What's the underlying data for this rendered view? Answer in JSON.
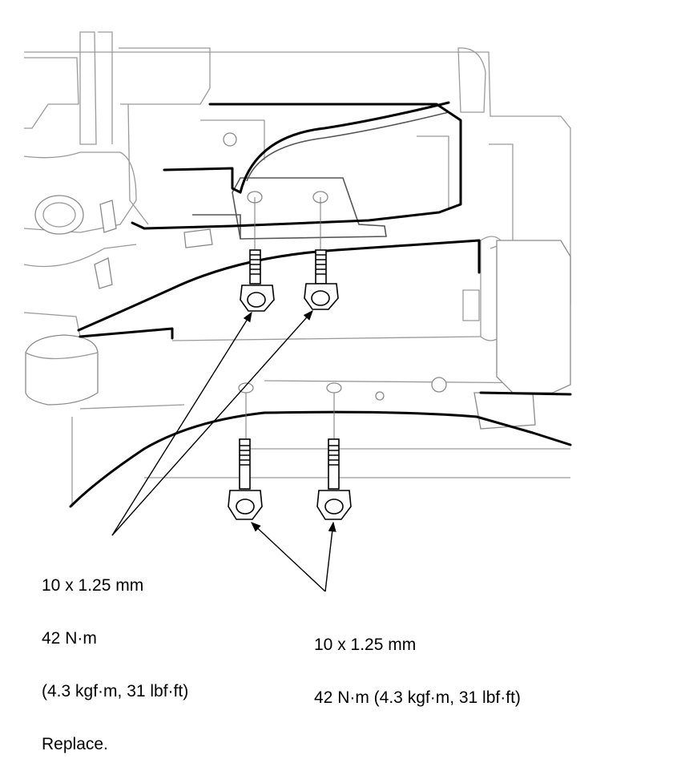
{
  "callouts": {
    "upper_bolts": {
      "size": "10 x 1.25 mm",
      "torque": "42 N·m",
      "torque_alt": "(4.3 kgf·m, 31 lbf·ft)",
      "note": "Replace."
    },
    "lower_bolts": {
      "size": "10 x 1.25 mm",
      "torque": "42 N·m (4.3 kgf·m, 31 lbf·ft)"
    }
  }
}
